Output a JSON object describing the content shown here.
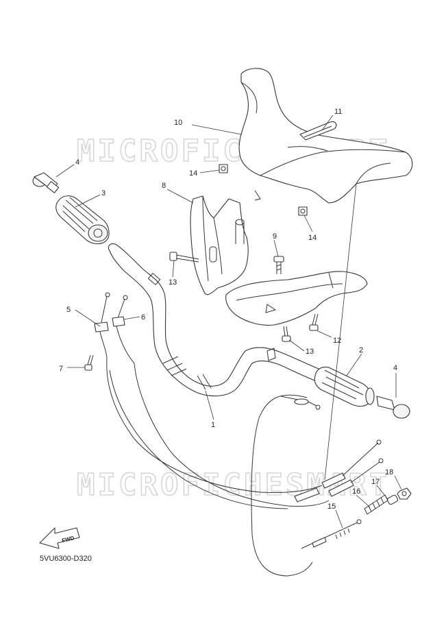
{
  "diagram": {
    "watermark_text": "MICROFICHESMART",
    "drawing_code": "5VU6300-D320",
    "fwd_label": "FWD",
    "callouts": {
      "c1": "1",
      "c2": "2",
      "c3": "3",
      "c4a": "4",
      "c4b": "4",
      "c5": "5",
      "c6": "6",
      "c7": "7",
      "c8": "8",
      "c9": "9",
      "c10": "10",
      "c11": "11",
      "c12": "12",
      "c13a": "13",
      "c13b": "13",
      "c14a": "14",
      "c14b": "14",
      "c15": "15",
      "c16": "16",
      "c17": "17",
      "c18": "18"
    }
  }
}
